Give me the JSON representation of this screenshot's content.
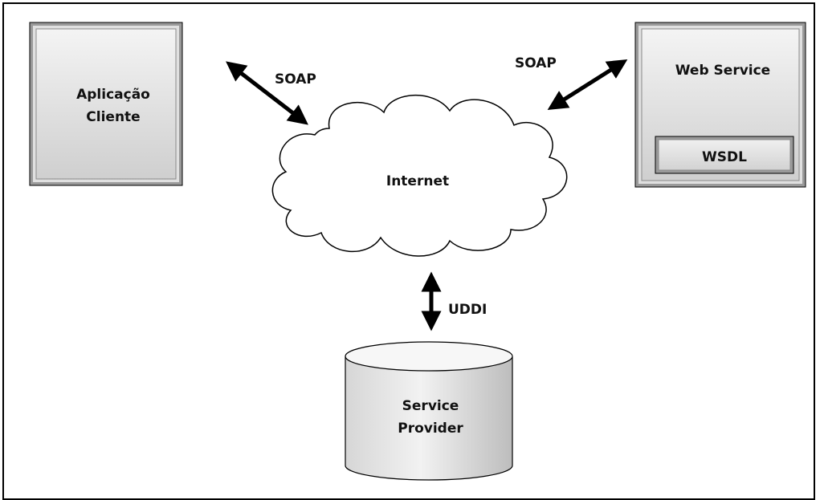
{
  "nodes": {
    "client": {
      "line1": "Aplicação",
      "line2": "Cliente"
    },
    "web_service": {
      "title": "Web Service",
      "wsdl": "WSDL"
    },
    "internet": {
      "label": "Internet"
    },
    "provider": {
      "line1": "Service",
      "line2": "Provider"
    }
  },
  "edges": {
    "client_soap": "SOAP",
    "service_soap": "SOAP",
    "uddi": "UDDI"
  }
}
